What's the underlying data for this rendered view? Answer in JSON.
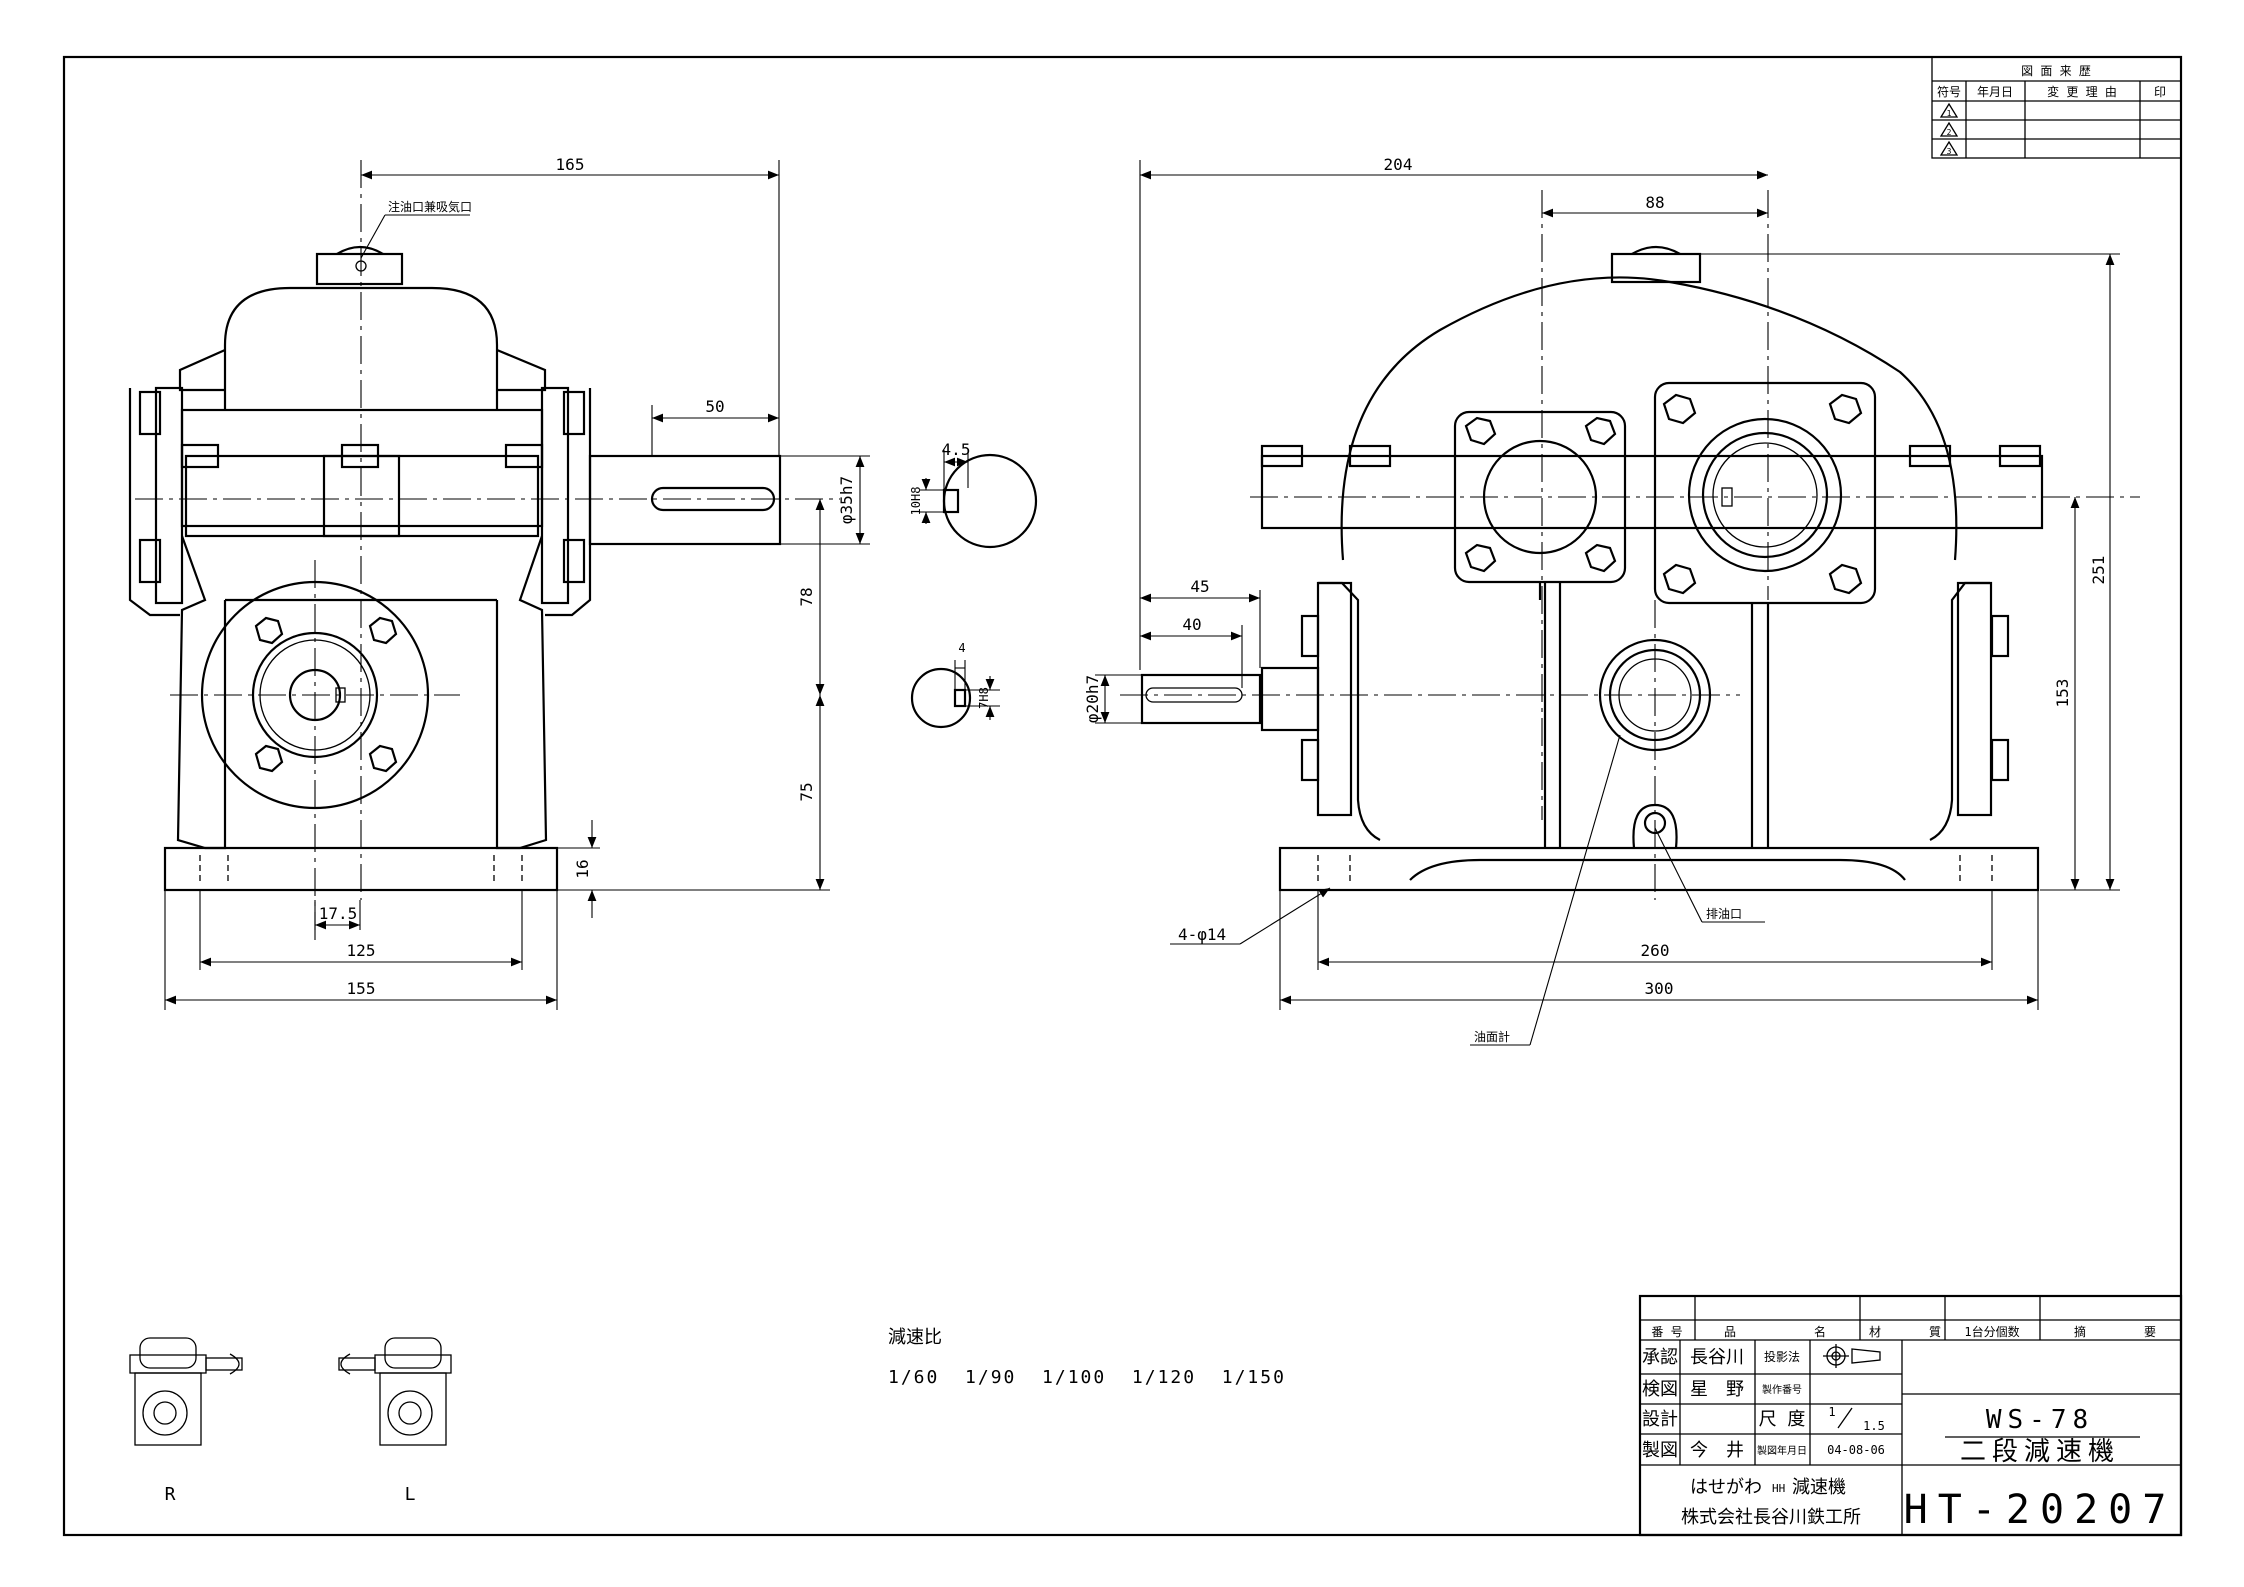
{
  "dimensions": {
    "d165": "165",
    "d50": "50",
    "d35h7": "φ35h7",
    "d78": "78",
    "d75": "75",
    "d16": "16",
    "d17_5": "17.5",
    "d125": "125",
    "d155": "155",
    "d4_5": "4.5",
    "d10h8": "10H8",
    "d4": "4",
    "d7h8": "7H8",
    "d204": "204",
    "d88": "88",
    "d251": "251",
    "d153": "153",
    "d45": "45",
    "d40": "40",
    "d20h7": "φ20h7",
    "d4_phi14": "4-φ14",
    "d260": "260",
    "d300": "300"
  },
  "callouts": {
    "oil_inlet": "注油口兼吸気口",
    "drain": "排油口",
    "oil_gauge": "油面計"
  },
  "revision_table": {
    "title": "図 面 来 歴",
    "headers": [
      "符号",
      "年月日",
      "変 更 理 由",
      "印"
    ],
    "symbols": [
      "1",
      "2",
      "3"
    ]
  },
  "ratio": {
    "label": "減速比",
    "values": "1/60  1/90  1/100  1/120  1/150"
  },
  "small_views": {
    "right": "R",
    "left": "L"
  },
  "title_block": {
    "parts_headers": [
      "番 号",
      "品",
      "名",
      "材",
      "質",
      "1台分個数",
      "摘",
      "要"
    ],
    "approve_label": "承認",
    "approve_name": "長谷川",
    "check_label": "検図",
    "check_name": "星　野",
    "design_label": "設計",
    "design_name": "",
    "draw_label": "製図",
    "draw_name": "今　井",
    "projection_label": "投影法",
    "number_label": "製作番号",
    "number_value": "",
    "scale_label": "尺 度",
    "scale_num": "1",
    "scale_den": "1.5",
    "date_label": "製図年月日",
    "date_value": "04-08-06",
    "model": "WS-78",
    "model_desc": "二段減速機",
    "brand": "はせがわ",
    "brand_mark": "HH",
    "brand_suffix": "減速機",
    "company": "株式会社長谷川鉄工所",
    "drawing_no": "HT-20207"
  }
}
